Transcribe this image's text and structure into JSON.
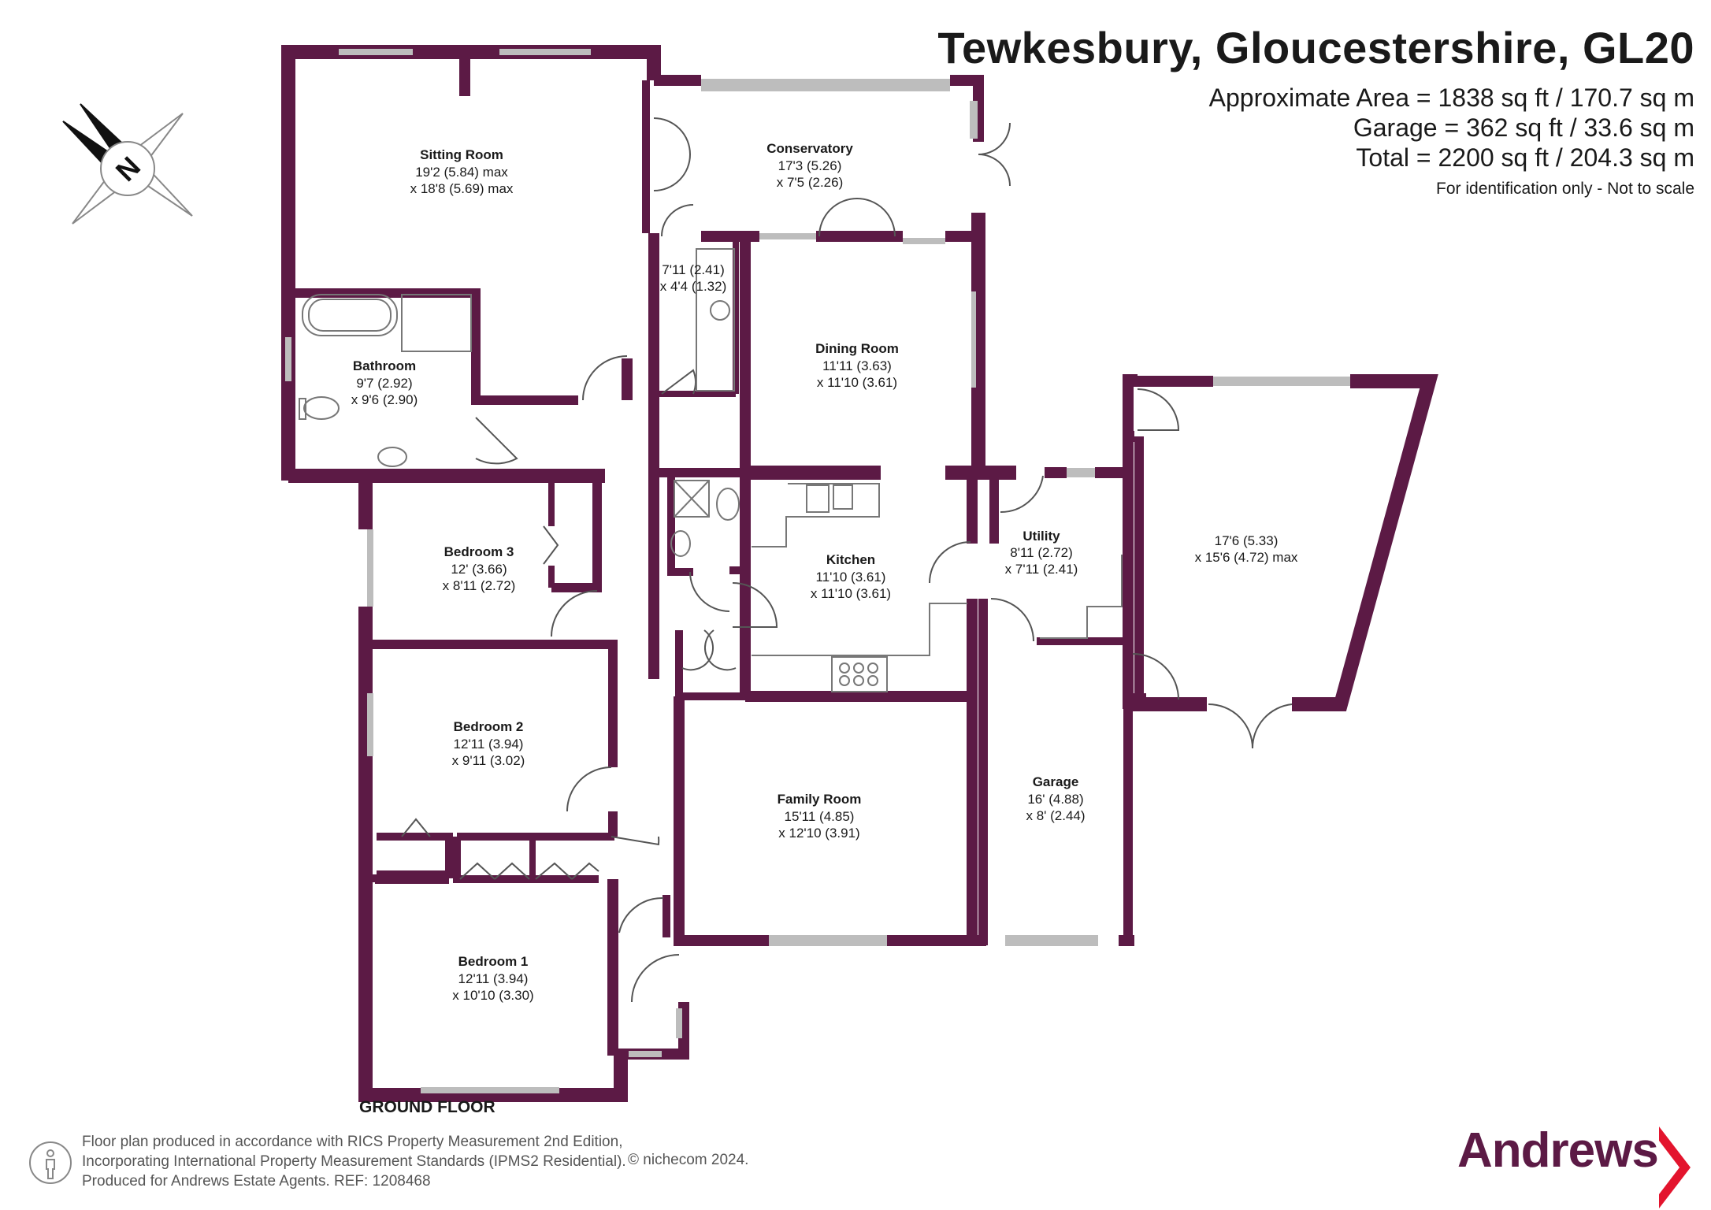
{
  "header": {
    "title": "Tewkesbury, Gloucestershire, GL20",
    "area_approx": "Approximate Area = 1838 sq ft / 170.7 sq m",
    "area_garage": "Garage = 362 sq ft / 33.6 sq m",
    "area_total": "Total = 2200 sq ft / 204.3 sq m",
    "note": "For identification only - Not to scale"
  },
  "compass": {
    "letter": "N",
    "icon": "compass-icon"
  },
  "rooms": {
    "sitting_room": {
      "name": "Sitting Room",
      "dim1": "19'2 (5.84) max",
      "dim2": "x 18'8 (5.69) max"
    },
    "conservatory": {
      "name": "Conservatory",
      "dim1": "17'3 (5.26)",
      "dim2": "x 7'5 (2.26)"
    },
    "store": {
      "dim1": "7'11 (2.41)",
      "dim2": "x 4'4 (1.32)"
    },
    "bathroom": {
      "name": "Bathroom",
      "dim1": "9'7 (2.92)",
      "dim2": "x 9'6 (2.90)"
    },
    "dining_room": {
      "name": "Dining Room",
      "dim1": "11'11 (3.63)",
      "dim2": "x 11'10 (3.61)"
    },
    "bedroom3": {
      "name": "Bedroom 3",
      "dim1": "12' (3.66)",
      "dim2": "x 8'11 (2.72)"
    },
    "kitchen": {
      "name": "Kitchen",
      "dim1": "11'10 (3.61)",
      "dim2": "x 11'10 (3.61)"
    },
    "utility": {
      "name": "Utility",
      "dim1": "8'11 (2.72)",
      "dim2": "x 7'11 (2.41)"
    },
    "workshop": {
      "dim1": "17'6 (5.33)",
      "dim2": "x 15'6 (4.72) max"
    },
    "bedroom2": {
      "name": "Bedroom 2",
      "dim1": "12'11 (3.94)",
      "dim2": "x 9'11 (3.02)"
    },
    "family_room": {
      "name": "Family Room",
      "dim1": "15'11 (4.85)",
      "dim2": "x 12'10 (3.91)"
    },
    "garage": {
      "name": "Garage",
      "dim1": "16' (4.88)",
      "dim2": "x 8' (2.44)"
    },
    "bedroom1": {
      "name": "Bedroom 1",
      "dim1": "12'11 (3.94)",
      "dim2": "x 10'10 (3.30)"
    }
  },
  "floor_label": "GROUND FLOOR",
  "footer": {
    "line1": "Floor plan produced in accordance with RICS Property Measurement 2nd Edition,",
    "line2": "Incorporating International Property Measurement Standards (IPMS2 Residential).",
    "line3": "Produced for Andrews Estate Agents.   REF: 1208468",
    "copyright": "© nichecom 2024.",
    "icon": "person-icon"
  },
  "brand": {
    "name": "Andrews",
    "color": "#5c1a45"
  },
  "colors": {
    "wall": "#5c1a45",
    "window": "#bdbdbd",
    "fixture": "#777777"
  }
}
